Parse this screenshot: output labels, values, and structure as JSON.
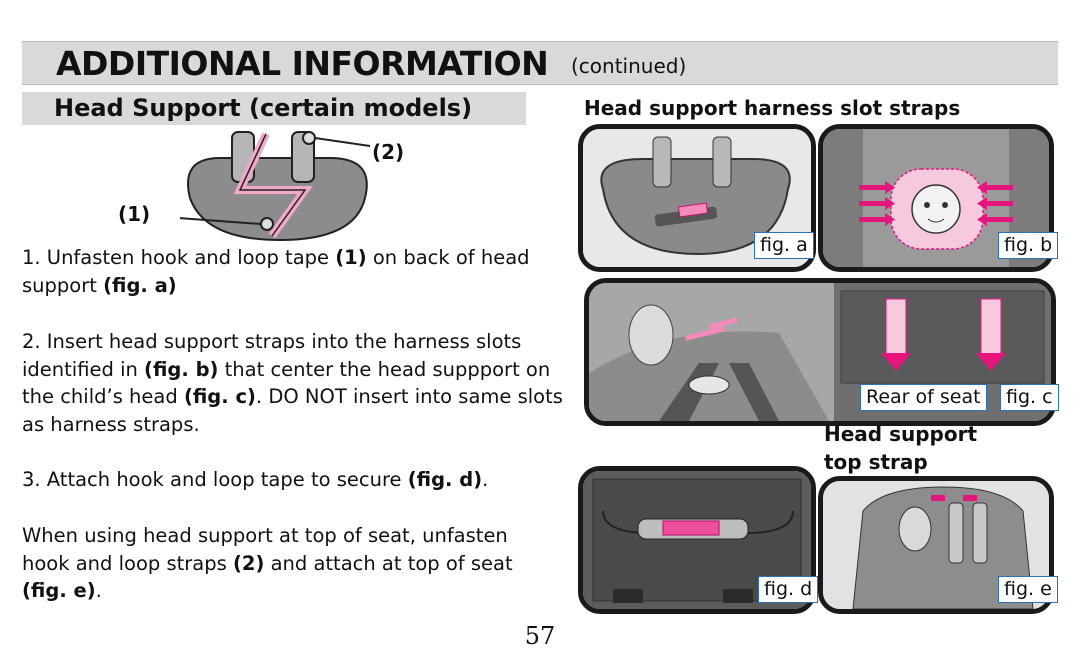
{
  "header": {
    "title": "ADDITIONAL INFORMATION",
    "continued": "(continued)"
  },
  "section": {
    "title": "Head Support (certain models)"
  },
  "diagram": {
    "callout_1": "(1)",
    "callout_2": "(2)"
  },
  "steps": {
    "s1_a": "1. Unfasten hook and loop tape ",
    "s1_b": "(1)",
    "s1_c": " on back of head support ",
    "s1_d": "(fig. a)",
    "s2_a": "2. Insert head support straps into the harness slots identified in ",
    "s2_b": "(fig. b)",
    "s2_c": " that center the head suppport on the child’s head ",
    "s2_d": "(fig. c)",
    "s2_e": ". DO NOT insert into same slots as harness straps.",
    "s3_a": "3. Attach hook and loop tape to secure ",
    "s3_b": "(fig. d)",
    "s3_c": ".",
    "note_a": "When using head support at top of seat, unfasten hook and loop straps ",
    "note_b": "(2)",
    "note_c": " and attach at top of seat ",
    "note_d": "(fig. e)",
    "note_e": "."
  },
  "right": {
    "heading_slots": "Head support harness slot straps",
    "heading_top_1": "Head support",
    "heading_top_2": "top strap"
  },
  "figures": {
    "fig_a": "fig. a",
    "fig_b": "fig. b",
    "fig_c": "fig. c",
    "fig_d": "fig. d",
    "fig_e": "fig. e",
    "rear_of_seat": "Rear of seat"
  },
  "page_number": "57",
  "colors": {
    "banner_gray": "#d9d9d9",
    "accent_pink": "#e6157e",
    "label_border": "#2a6fb8"
  }
}
